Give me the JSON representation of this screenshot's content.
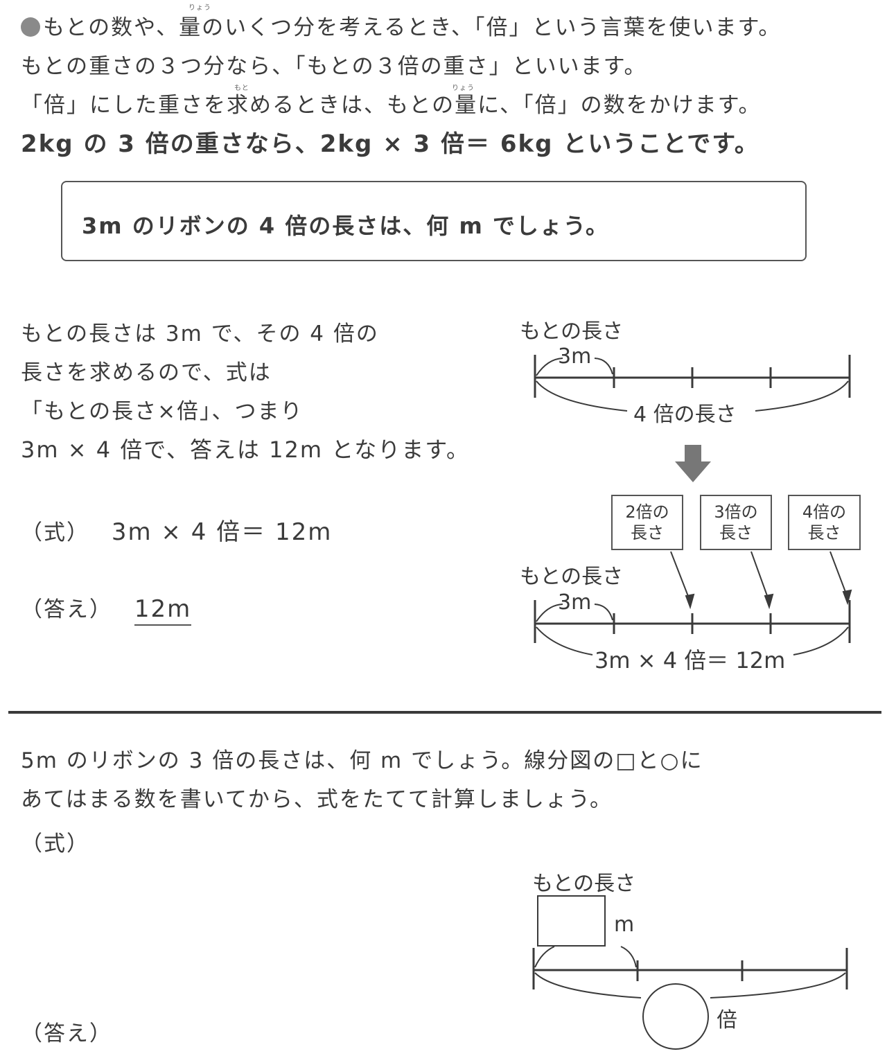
{
  "intro": {
    "line1": "もとの数や、量のいくつ分を考えるとき、「倍」という言葉を使います。",
    "line2": "もとの重さの３つ分なら、「もとの３倍の重さ」といいます。",
    "line3": "「倍」にした重さを求めるときは、もとの量に、「倍」の数をかけます。",
    "line4": "2kg の 3 倍の重さなら、2kg × 3 倍＝ 6kg ということです。",
    "furigana_ryou": "りょう",
    "furigana_moto": "もと"
  },
  "problem": {
    "text": "3m のリボンの 4 倍の長さは、何 m でしょう。"
  },
  "explanation": {
    "line1": "もとの長さは 3m で、その 4 倍の",
    "line2": "長さを求めるので、式は",
    "line3": "「もとの長さ×倍」、つまり",
    "line4": "3m × 4 倍で、答えは 12m となります。",
    "formula_label": "（式）",
    "formula": "3m × 4 倍＝ 12m",
    "answer_label": "（答え）",
    "answer": "12m"
  },
  "diagram1": {
    "title": "もとの長さ",
    "base": "3m",
    "total": "4 倍の長さ"
  },
  "diagram2": {
    "title": "もとの長さ",
    "base": "3m",
    "box1_line1": "2倍の",
    "box1_line2": "長さ",
    "box2_line1": "3倍の",
    "box2_line2": "長さ",
    "box3_line1": "4倍の",
    "box3_line2": "長さ",
    "total": "3m × 4 倍＝ 12m"
  },
  "exercise": {
    "line1": "5m のリボンの 3 倍の長さは、何 m でしょう。線分図の□と○に",
    "line2": "あてはまる数を書いてから、式をたてて計算しましょう。",
    "formula_label": "（式）",
    "answer_label": "（答え）"
  },
  "diagram3": {
    "title": "もとの長さ",
    "unit": "m",
    "times": "倍"
  },
  "colors": {
    "text": "#3a3a3a",
    "arrow": "#777777",
    "dot": "#8a8a8a"
  }
}
